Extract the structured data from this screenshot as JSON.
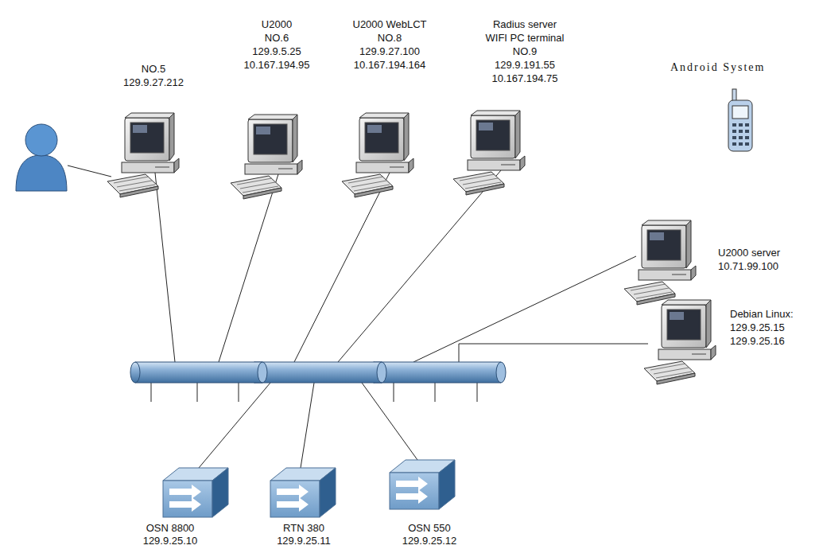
{
  "diagram": {
    "nodes": [
      {
        "text": [
          "NO.5",
          "129.9.27.212"
        ]
      },
      {
        "text": [
          "U2000",
          "NO.6",
          "129.9.5.25",
          "10.167.194.95"
        ]
      },
      {
        "text": [
          "U2000 WebLCT",
          "NO.8",
          "129.9.27.100",
          "10.167.194.164"
        ]
      },
      {
        "text": [
          "Radius server",
          "WIFI PC terminal",
          "NO.9",
          "129.9.191.55",
          "10.167.194.75"
        ]
      },
      {
        "text": [
          "Android System"
        ]
      },
      {
        "text": [
          "U2000 server",
          "10.71.99.100"
        ]
      },
      {
        "text": [
          "Debian Linux:",
          "129.9.25.15",
          "129.9.25.16"
        ]
      },
      {
        "text": [
          "OSN 8800",
          "129.9.25.10"
        ]
      },
      {
        "text": [
          "RTN 380",
          "129.9.25.11"
        ]
      },
      {
        "text": [
          "OSN 550",
          "129.9.25.12"
        ]
      }
    ]
  }
}
